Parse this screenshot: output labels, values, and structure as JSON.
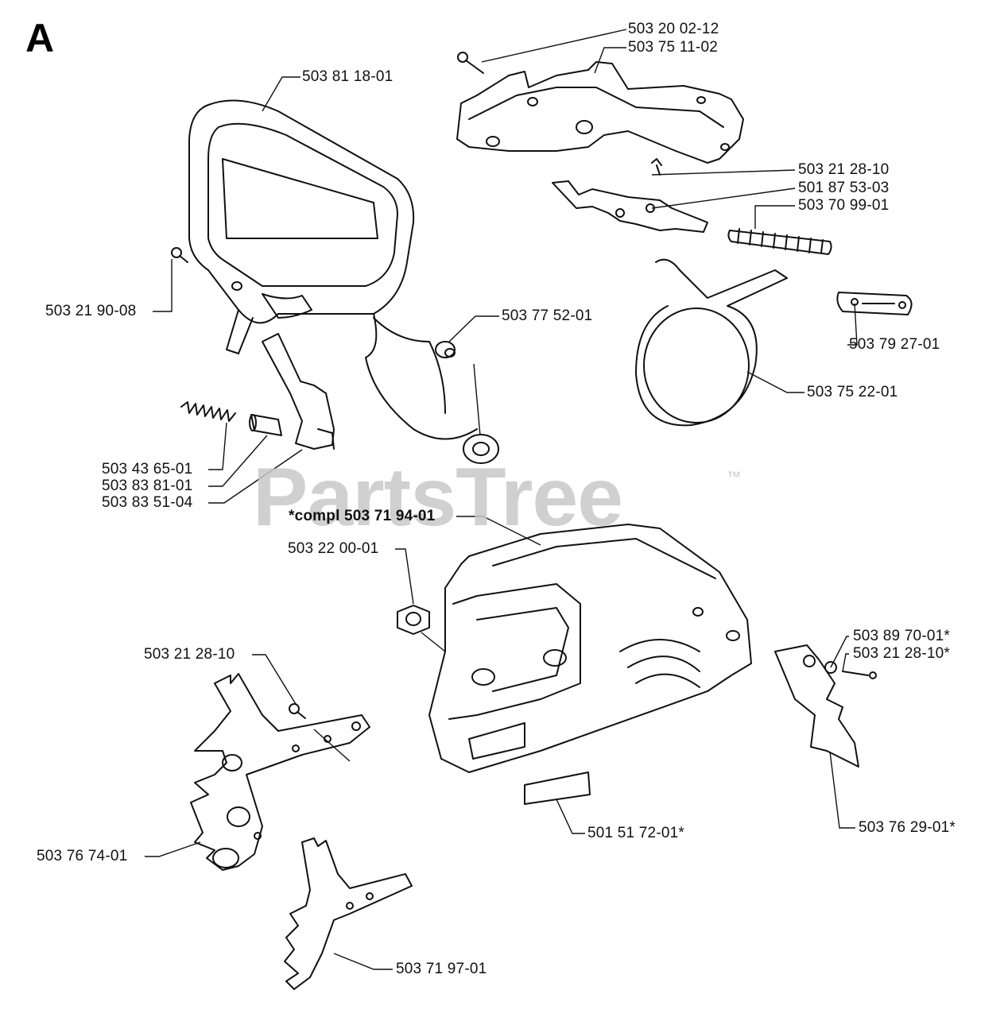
{
  "section_letter": "A",
  "watermark": {
    "text": "PartsTree",
    "trademark": "™"
  },
  "labels": {
    "p1": "503 20 02-12",
    "p2": "503 75 11-02",
    "p3": "503 81 18-01",
    "p4": "503 21 28-10",
    "p5": "501 87 53-03",
    "p6": "503 70 99-01",
    "p7": "503 21 90-08",
    "p8": "503 77 52-01",
    "p9": "503 79 27-01",
    "p10": "503 75 22-01",
    "p11": "503 43 65-01",
    "p12": "503 83 81-01",
    "p13": "503 83 51-04",
    "p14": "*compl 503 71 94-01",
    "p15": "503 22 00-01",
    "p16": "503 89 70-01*",
    "p17": "503 21 28-10*",
    "p18": "503 21 28-10",
    "p19": "501 51 72-01*",
    "p20": "503 76 29-01*",
    "p21": "503 76 74-01",
    "p22": "503 71 97-01"
  }
}
